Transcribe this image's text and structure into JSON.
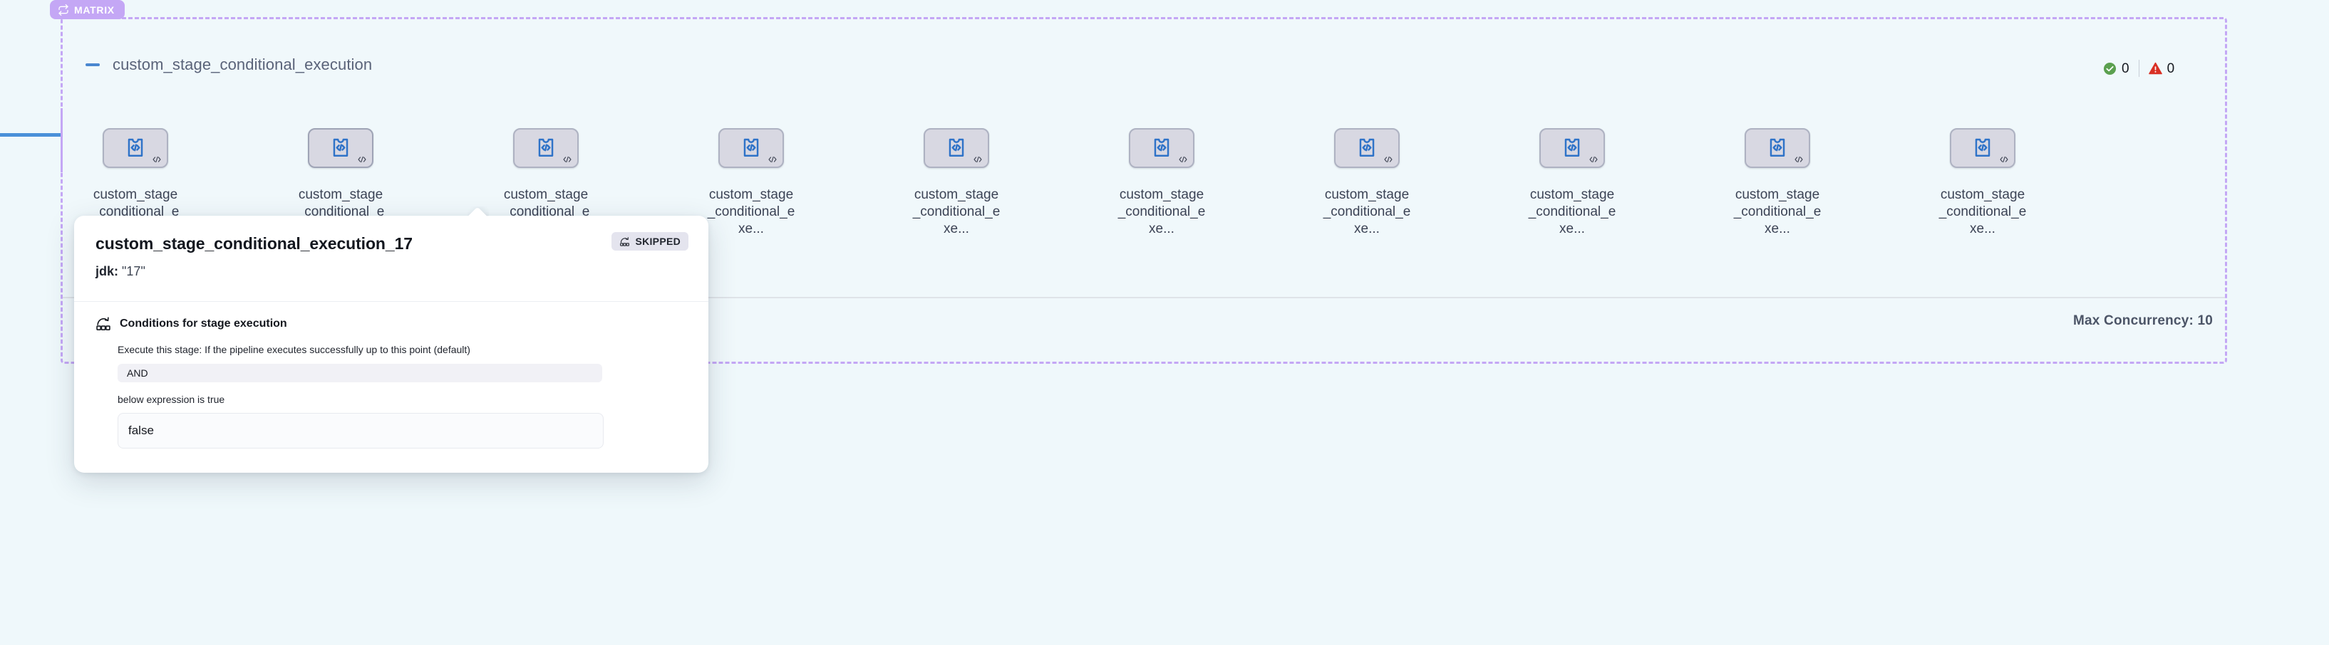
{
  "canvas": {
    "background": "#eff8fb",
    "edge_color": "#4a90d9"
  },
  "matrix": {
    "badge_label": "MATRIX",
    "badge_icon": "loop-icon",
    "badge_color": "#c4a7f5",
    "border_color": "#c4a7f5",
    "max_concurrency_label": "Max Concurrency: 10"
  },
  "stage_group": {
    "title": "custom_stage_conditional_execution",
    "collapse_icon": "minus-icon"
  },
  "counters": [
    {
      "icon": "success-check-icon",
      "color": "#5ba04f",
      "value": "0",
      "name": "success-count"
    },
    {
      "icon": "warning-triangle-icon",
      "color": "#d93025",
      "value": "0",
      "name": "warning-count"
    }
  ],
  "nodes": [
    {
      "label": "custom_stage_conditional_exe...",
      "icon": "code-stage-icon",
      "badge_icon": "code-brackets-icon",
      "selected": false
    },
    {
      "label": "custom_stage_conditional_exe...",
      "icon": "code-stage-icon",
      "badge_icon": "code-brackets-icon",
      "selected": true
    },
    {
      "label": "custom_stage_conditional_exe...",
      "icon": "code-stage-icon",
      "badge_icon": "code-brackets-icon",
      "selected": false
    },
    {
      "label": "custom_stage_conditional_exe...",
      "icon": "code-stage-icon",
      "badge_icon": "code-brackets-icon",
      "selected": false
    },
    {
      "label": "custom_stage_conditional_exe...",
      "icon": "code-stage-icon",
      "badge_icon": "code-brackets-icon",
      "selected": false
    },
    {
      "label": "custom_stage_conditional_exe...",
      "icon": "code-stage-icon",
      "badge_icon": "code-brackets-icon",
      "selected": false
    },
    {
      "label": "custom_stage_conditional_exe...",
      "icon": "code-stage-icon",
      "badge_icon": "code-brackets-icon",
      "selected": false
    },
    {
      "label": "custom_stage_conditional_exe...",
      "icon": "code-stage-icon",
      "badge_icon": "code-brackets-icon",
      "selected": false
    },
    {
      "label": "custom_stage_conditional_exe...",
      "icon": "code-stage-icon",
      "badge_icon": "code-brackets-icon",
      "selected": false
    },
    {
      "label": "custom_stage_conditional_exe...",
      "icon": "code-stage-icon",
      "badge_icon": "code-brackets-icon",
      "selected": false
    }
  ],
  "popover": {
    "title": "custom_stage_conditional_execution_17",
    "status_badge": {
      "label": "SKIPPED",
      "icon": "skip-stage-icon"
    },
    "param_key": "jdk:",
    "param_value": "\"17\"",
    "conditions": {
      "icon": "skip-stage-icon",
      "heading": "Conditions for stage execution",
      "description": "Execute this stage: If the pipeline executes successfully up to this point (default)",
      "operator": "AND",
      "expression_label": "below expression is true",
      "expression_value": "false"
    }
  }
}
